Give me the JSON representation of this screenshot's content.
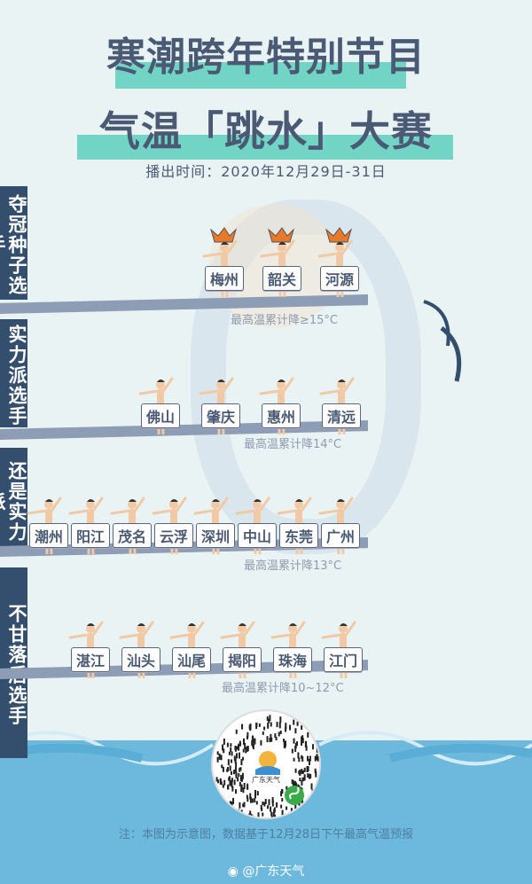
{
  "title": {
    "line1": "寒潮跨年特别节目",
    "line2": "气温「跳水」大赛",
    "broadcast": "播出时间：2020年12月29日-31日"
  },
  "groups": [
    {
      "label": "夺冠种子选手",
      "cities": [
        "梅州",
        "韶关",
        "河源"
      ],
      "crowned": true,
      "caption": "最高温累计降≥15°C"
    },
    {
      "label": "实力派选手",
      "cities": [
        "佛山",
        "肇庆",
        "惠州",
        "清远"
      ],
      "crowned": false,
      "caption": "最高温累计降14°C"
    },
    {
      "label": "还是实力派",
      "cities": [
        "潮州",
        "阳江",
        "茂名",
        "云浮",
        "深圳",
        "中山",
        "东莞",
        "广州"
      ],
      "crowned": false,
      "caption": "最高温累计降13°C"
    },
    {
      "label": "不甘落后选手",
      "cities": [
        "湛江",
        "汕头",
        "汕尾",
        "揭阳",
        "珠海",
        "江门"
      ],
      "crowned": false,
      "caption": "最高温累计降10~12°C"
    }
  ],
  "qr": {
    "logo_text": "广东天气"
  },
  "footer": {
    "note": "注：本图为示意图，数据基于12月28日下午最高气温预报",
    "weibo": "@广东天气"
  },
  "colors": {
    "navy": "#344f6e",
    "teal": "#72d4c4",
    "board": "#8e9db6",
    "water": "#6db9de",
    "crown": "#e8782a"
  }
}
